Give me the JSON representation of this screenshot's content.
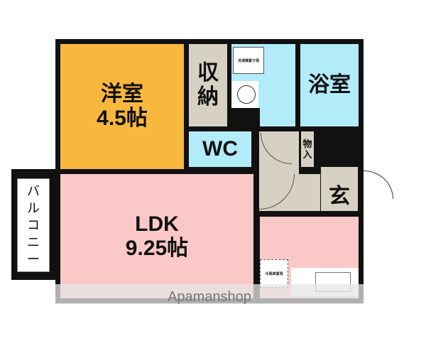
{
  "rooms": {
    "western": {
      "label": "洋室\n4.5帖",
      "color": "#f8b83e"
    },
    "storage": {
      "label": "収\n納",
      "color": "#d6d1c3"
    },
    "washroom": {
      "label": "洗濯機置き場",
      "color": "#b3ecf9"
    },
    "bath": {
      "label": "浴室",
      "color": "#b3ecf9"
    },
    "wc": {
      "label": "WC",
      "color": "#b3ecf9"
    },
    "closet": {
      "label": "物\n入",
      "color": "#d6d1c3"
    },
    "entrance": {
      "label": "玄",
      "color": "#d6d1c3"
    },
    "ldk": {
      "label": "LDK\n9.25帖",
      "color": "#fbc8c8"
    },
    "kitchen": {
      "fridge_label": "冷蔵庫置場",
      "color": "#fbc8c8"
    },
    "balcony": {
      "label": "バ\nル\nコ\nニ\nー"
    }
  },
  "watermark": "Apamanshop"
}
